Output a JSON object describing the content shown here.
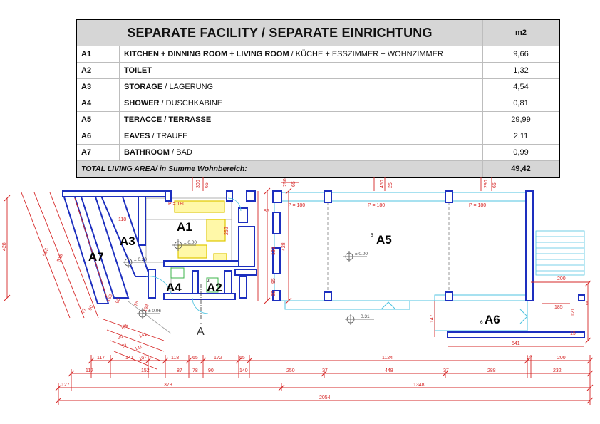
{
  "schedule": {
    "title": "SEPARATE FACILITY / SEPARATE EINRICHTUNG",
    "unit": "m2",
    "rows": [
      {
        "code": "A1",
        "name_en": "KITCHEN + DINNING ROOM + LIVING ROOM",
        "sep": " / ",
        "name_de": "KÜCHE + ESSZIMMER + WOHNZIMMER",
        "area": "9,66"
      },
      {
        "code": "A2",
        "name_en": "TOILET",
        "sep": "",
        "name_de": "",
        "area": "1,32"
      },
      {
        "code": "A3",
        "name_en": "STORAGE",
        "sep": " / ",
        "name_de": "LAGERUNG",
        "area": "4,54"
      },
      {
        "code": "A4",
        "name_en": "SHOWER",
        "sep": " / ",
        "name_de": "DUSCHKABINE",
        "area": "0,81"
      },
      {
        "code": "A5",
        "name_en": "TERACCE / TERRASSE",
        "sep": "",
        "name_de": "",
        "area": "29,99"
      },
      {
        "code": "A6",
        "name_en": "EAVES",
        "sep": " / ",
        "name_de": "TRAUFE",
        "area": "2,11"
      },
      {
        "code": "A7",
        "name_en": "BATHROOM",
        "sep": " / ",
        "name_de": "BAD",
        "area": "0,99"
      }
    ],
    "total_label": "TOTAL LIVING AREA/ in Summe Wohnbereich:",
    "total_value": "49,42"
  },
  "plan": {
    "rooms": {
      "a1": "A1",
      "a2": "A2",
      "a3": "A3",
      "a4": "A4",
      "a5": "A5",
      "a6": "A6",
      "a7": "A7"
    },
    "section_mark": "A",
    "heights": {
      "h1": "± 0.00",
      "h2": "± 0.00",
      "h3": "± 0.20",
      "h4": "± 0.06",
      "h5": "0.31"
    },
    "parapet": {
      "p1": "P = 180",
      "p2": "P = 180",
      "p3": "P = 180",
      "p4": "P = 180"
    },
    "small_marks": {
      "m1": "5",
      "m2": "6",
      "m3": "2"
    },
    "top_dims": {
      "d1": "300",
      "d2": "65",
      "d3": "250",
      "d4": "65",
      "d5": "450",
      "d6": "25",
      "d7": "290",
      "d8": "65"
    },
    "left_dims": {
      "d1": "428",
      "d2": "563",
      "d3": "515",
      "d4": "252",
      "d5": "85",
      "d6": "118",
      "d7": "139",
      "d8": "428",
      "d9": "85",
      "d10": "60"
    },
    "right_dims": {
      "d1": "200",
      "d2": "185",
      "d3": "121",
      "d4": "147",
      "d5": "541",
      "d6": "15",
      "d7": "5"
    },
    "bottom_row1": [
      "117",
      "141",
      "118",
      "65",
      "172",
      "65",
      "1124",
      "24",
      "200"
    ],
    "bottom_row2": [
      "117",
      "152",
      "87",
      "78",
      "90",
      "140",
      "250",
      "37",
      "448",
      "37",
      "288",
      "232"
    ],
    "bottom_row3": [
      "127",
      "378",
      "1348"
    ],
    "bottom_row4": "2054",
    "diag_dims": [
      "106",
      "141",
      "25",
      "141",
      "91",
      "101",
      "198",
      "75",
      "155",
      "90",
      "77",
      "90"
    ]
  }
}
